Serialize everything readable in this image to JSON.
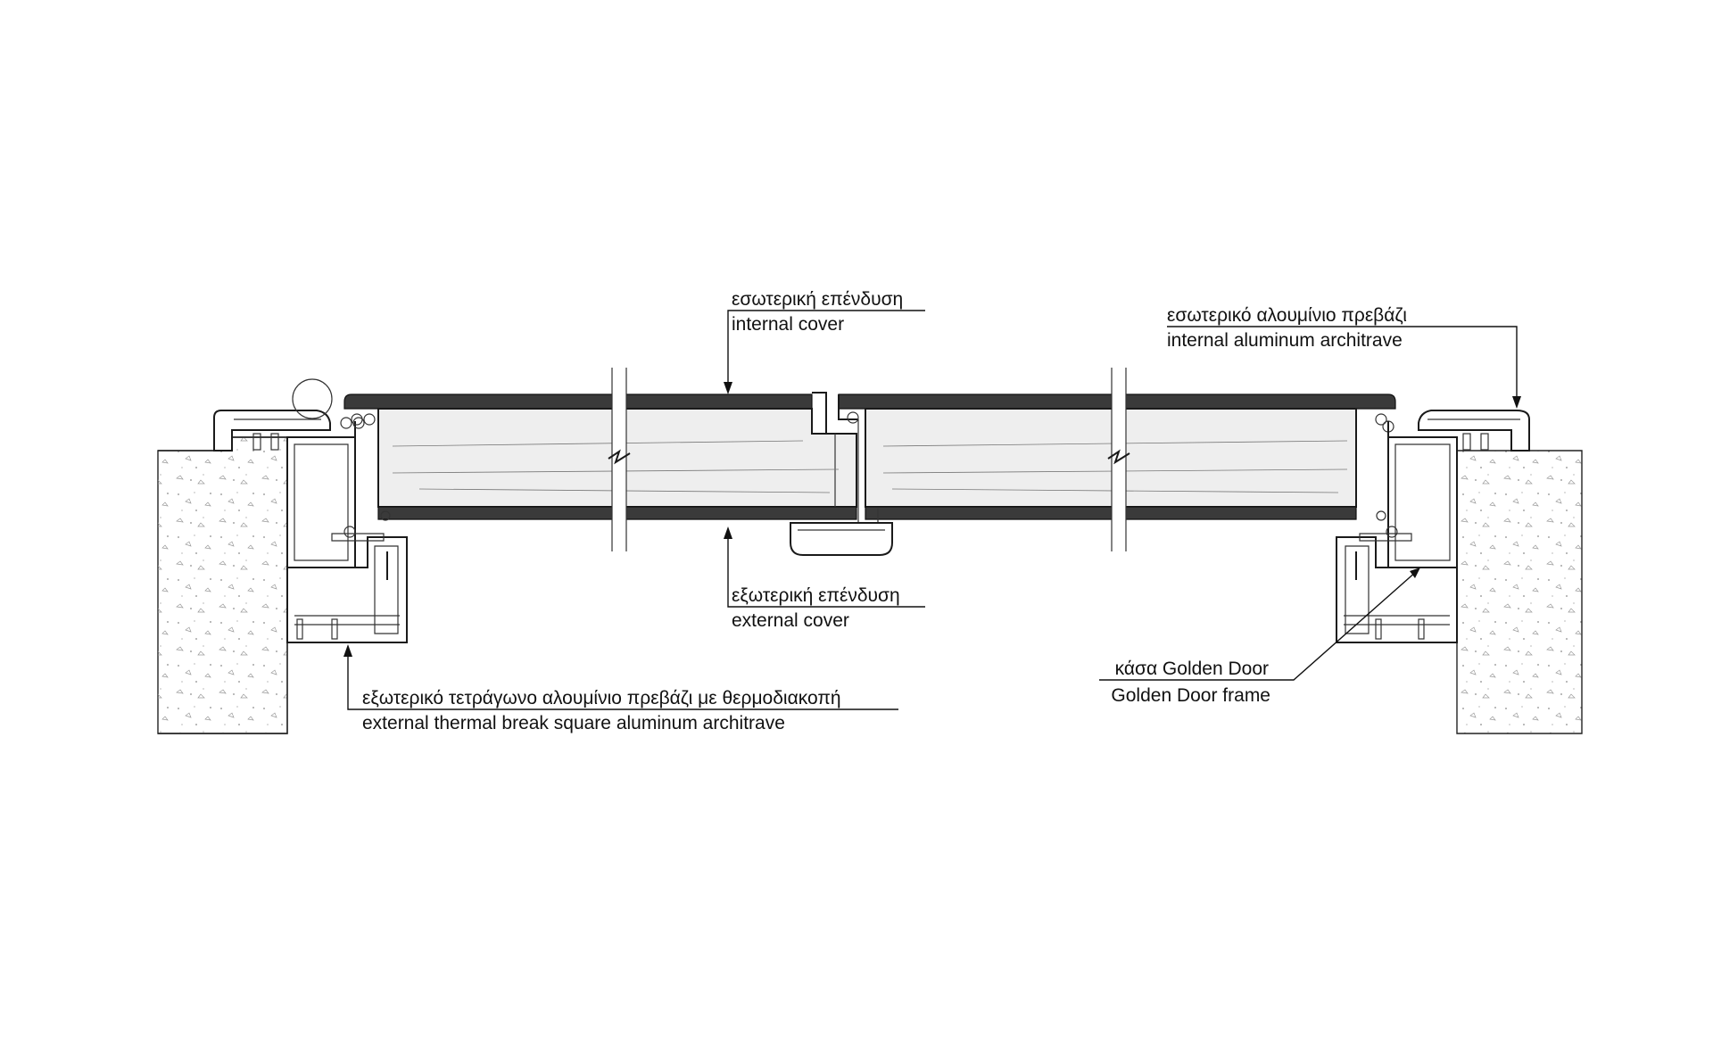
{
  "colors": {
    "ink": "#1a1a1a",
    "cover": "#3a3a3a",
    "core": "#eeeeee",
    "wall_speckle": "#9a9a9a",
    "background": "#ffffff"
  },
  "labels": {
    "internal_cover": {
      "el": "εσωτερική επένδυση",
      "en": "internal cover"
    },
    "external_cover": {
      "el": "εξωτερική επένδυση",
      "en": "external cover"
    },
    "internal_architrave": {
      "el": "εσωτερικό αλουμίνιο πρεβάζι",
      "en": "internal aluminum architrave"
    },
    "external_architrave": {
      "el": "εξωτερικό τετράγωνο αλουμίνιο πρεβάζι με θερμοδιακοπή",
      "en": "external thermal break square aluminum architrave"
    },
    "frame": {
      "el": "κάσα Golden Door",
      "en": "Golden Door frame"
    }
  }
}
